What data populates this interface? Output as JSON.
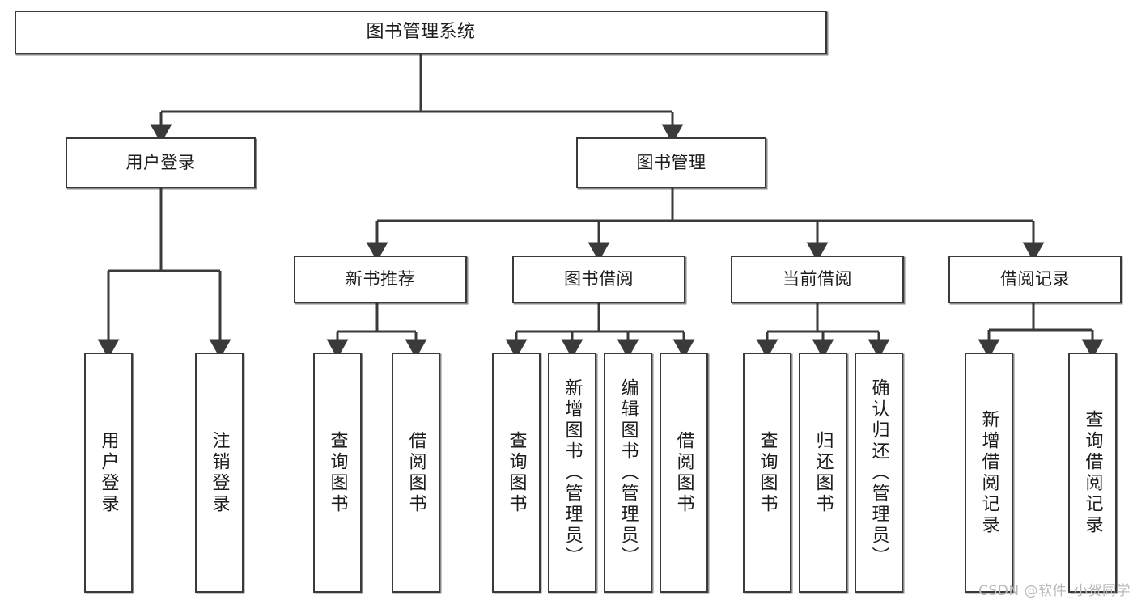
{
  "diagram": {
    "title": "图书管理系统",
    "type": "tree-hierarchy",
    "levels": 4,
    "colors": {
      "box_border": "#3a3a3a",
      "box_fill": "#ffffff",
      "edge": "#3a3a3a",
      "text": "#1c1c1c",
      "watermark": "#b9b9b9"
    },
    "root": {
      "label": "图书管理系统"
    },
    "level2": [
      {
        "label": "用户登录"
      },
      {
        "label": "图书管理"
      }
    ],
    "level3": [
      {
        "label": "新书推荐"
      },
      {
        "label": "图书借阅"
      },
      {
        "label": "当前借阅"
      },
      {
        "label": "借阅记录"
      }
    ],
    "leaves": {
      "user_login": [
        {
          "label": "用户登录"
        },
        {
          "label": "注销登录"
        }
      ],
      "new_book_recommend": [
        {
          "label": "查询图书"
        },
        {
          "label": "借阅图书"
        }
      ],
      "book_borrow": [
        {
          "label": "查询图书"
        },
        {
          "label": "新增图书（管理员）"
        },
        {
          "label": "编辑图书（管理员）"
        },
        {
          "label": "借阅图书"
        }
      ],
      "current_borrow": [
        {
          "label": "查询图书"
        },
        {
          "label": "归还图书"
        },
        {
          "label": "确认归还（管理员）"
        }
      ],
      "borrow_record": [
        {
          "label": "新增借阅记录"
        },
        {
          "label": "查询借阅记录"
        }
      ]
    }
  },
  "watermark": {
    "text": "CSDN @软件_小贺同学"
  }
}
